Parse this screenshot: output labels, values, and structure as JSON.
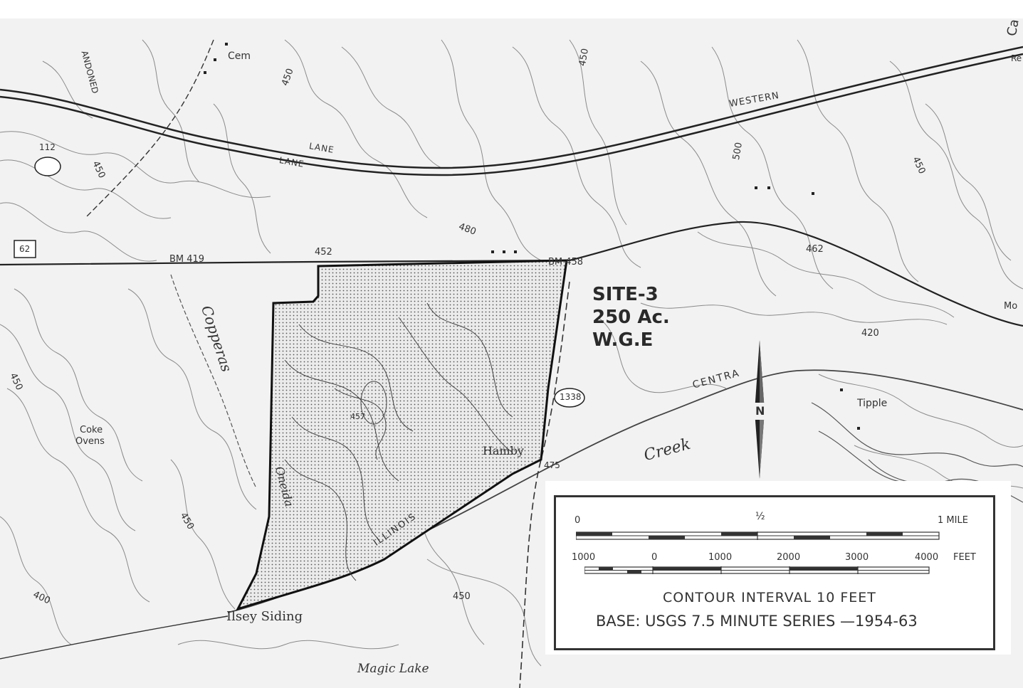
{
  "map": {
    "site": {
      "line1": "SITE-3",
      "line2": "250 Ac.",
      "line3": "W.G.E"
    },
    "features": {
      "cemetery": "Cem",
      "railroad_western": "WESTERN",
      "railroad_central": "CENTRA",
      "lane_upper": "LANE",
      "lane_lower": "LANE",
      "route_112": "112",
      "route_62": "62",
      "route_1338": "1338",
      "bm_419": "BM 419",
      "bm_458": "BM 458",
      "spot_452": "452",
      "spot_462": "462",
      "spot_457": "457",
      "spot_475": "475",
      "coke_ovens_1": "Coke",
      "coke_ovens_2": "Ovens",
      "tipple": "Tipple",
      "hamby": "Hamby",
      "ilsey_siding": "Ilsey Siding",
      "magic_lake": "Magic Lake",
      "copperas": "Copperas",
      "creek": "Creek",
      "oneida": "Oneida",
      "illinois": "ILLINOIS",
      "abandoned": "ANDONED",
      "ca": "Ca",
      "mo": "Mo",
      "re": "Re"
    },
    "contours": {
      "c450_a": "450",
      "c450_b": "450",
      "c450_c": "450",
      "c450_d": "450",
      "c450_e": "450",
      "c450_f": "450",
      "c450_g": "450",
      "c480": "480",
      "c500": "500",
      "c420": "420",
      "c400": "400"
    }
  },
  "north_arrow": {
    "label": "N"
  },
  "legend": {
    "scale_miles": {
      "zero": "0",
      "half": "½",
      "one": "1 MILE"
    },
    "scale_feet": {
      "t1000neg": "1000",
      "zero": "0",
      "t1000": "1000",
      "t2000": "2000",
      "t3000": "3000",
      "t4000": "4000",
      "unit": "FEET"
    },
    "contour_interval": "CONTOUR INTERVAL 10 FEET",
    "base": "BASE:  USGS 7.5 MINUTE SERIES —1954-63"
  }
}
